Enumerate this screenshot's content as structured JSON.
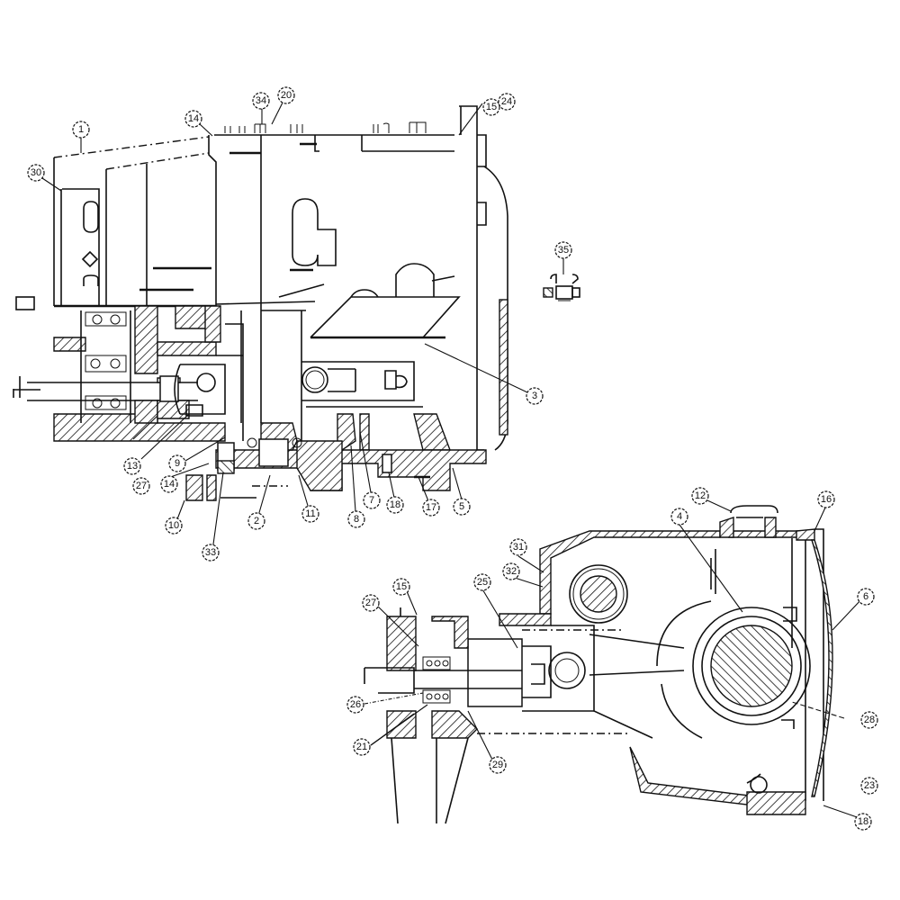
{
  "drawing": {
    "type": "exploded cross-section parts diagram",
    "views": [
      {
        "name": "side-section-view",
        "position": "top-left"
      },
      {
        "name": "end-section-view",
        "position": "bottom-right"
      }
    ]
  },
  "callouts": {
    "c1": "1",
    "c30": "30",
    "c14a": "14",
    "c34": "34",
    "c20": "20",
    "c15a": "15",
    "c24": "24",
    "c35": "35",
    "c3": "3",
    "c13": "13",
    "c27a": "27",
    "c9": "9",
    "c14b": "14",
    "c10": "10",
    "c33": "33",
    "c2": "2",
    "c11": "11",
    "c8": "8",
    "c7": "7",
    "c18a": "18",
    "c17": "17",
    "c5": "5",
    "c12": "12",
    "c16": "16",
    "c4": "4",
    "c31": "31",
    "c32": "32",
    "c6": "6",
    "c15b": "15",
    "c25": "25",
    "c27b": "27",
    "c26": "26",
    "c21": "21",
    "c29": "29",
    "c28": "28",
    "c23": "23",
    "c18b": "18"
  }
}
